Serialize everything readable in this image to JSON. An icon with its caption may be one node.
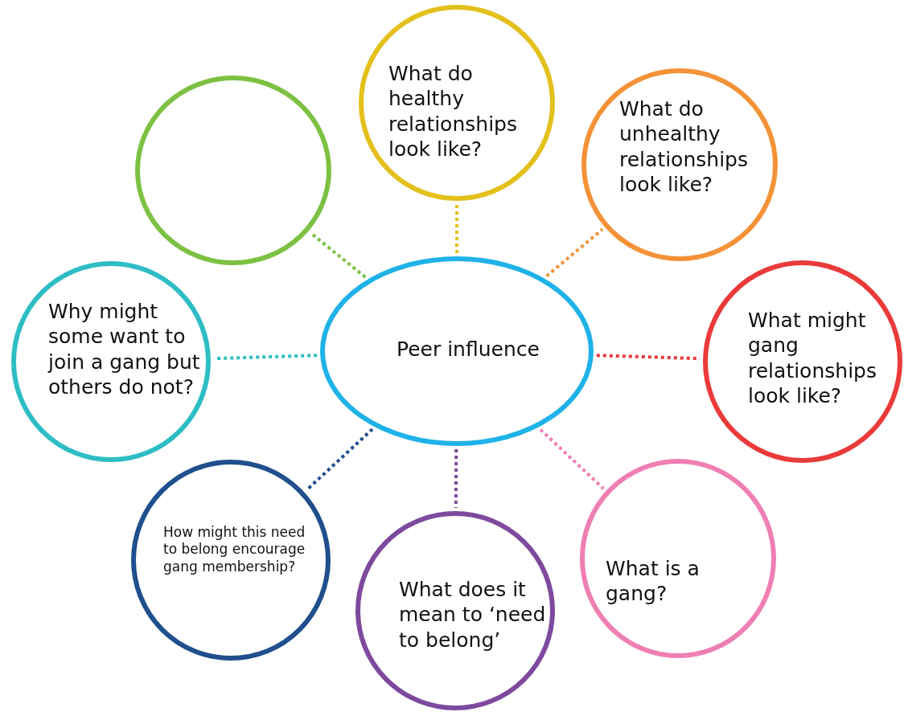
{
  "diagram": {
    "nodes": [
      {
        "text": [
          "Peer influence"
        ]
      },
      {
        "text": [],
        "shape": "circle"
      },
      {
        "text": [
          "What do healthy relationships look like?"
        ]
      },
      {
        "text": [
          "What do unhealthy relationships look like?"
        ]
      },
      {
        "text": [
          "What might gang relationships look like?"
        ]
      },
      {
        "text": [
          "What is a gang?"
        ]
      },
      {
        "text": [
          "What does it mean to ‘need to belong’"
        ]
      },
      {
        "text": [
          "How might this need to belong encourage gang membership?"
        ]
      },
      {
        "text": [
          "Why might some want to join a gang but others do not?"
        ]
      }
    ],
    "edges": [
      {
        "from": 0,
        "to": 1,
        "arrow": "none",
        "style": "dashed",
        "color": "#7dc142"
      },
      {
        "from": 0,
        "to": 2,
        "arrow": "none",
        "style": "dashed",
        "color": "#e3c01c"
      },
      {
        "from": 0,
        "to": 3,
        "arrow": "none",
        "style": "dashed",
        "color": "#f39237"
      },
      {
        "from": 0,
        "to": 4,
        "arrow": "none",
        "style": "dashed",
        "color": "#ea3a3a"
      },
      {
        "from": 0,
        "to": 5,
        "arrow": "none",
        "style": "dashed",
        "color": "#ef7fb2"
      },
      {
        "from": 0,
        "to": 6,
        "arrow": "none",
        "style": "dashed",
        "color": "#7d4a9e"
      },
      {
        "from": 0,
        "to": 7,
        "arrow": "none",
        "style": "dashed",
        "color": "#1f4f8c"
      },
      {
        "from": 0,
        "to": 8,
        "arrow": "none",
        "style": "dashed",
        "color": "#2ebdc4"
      }
    ]
  }
}
